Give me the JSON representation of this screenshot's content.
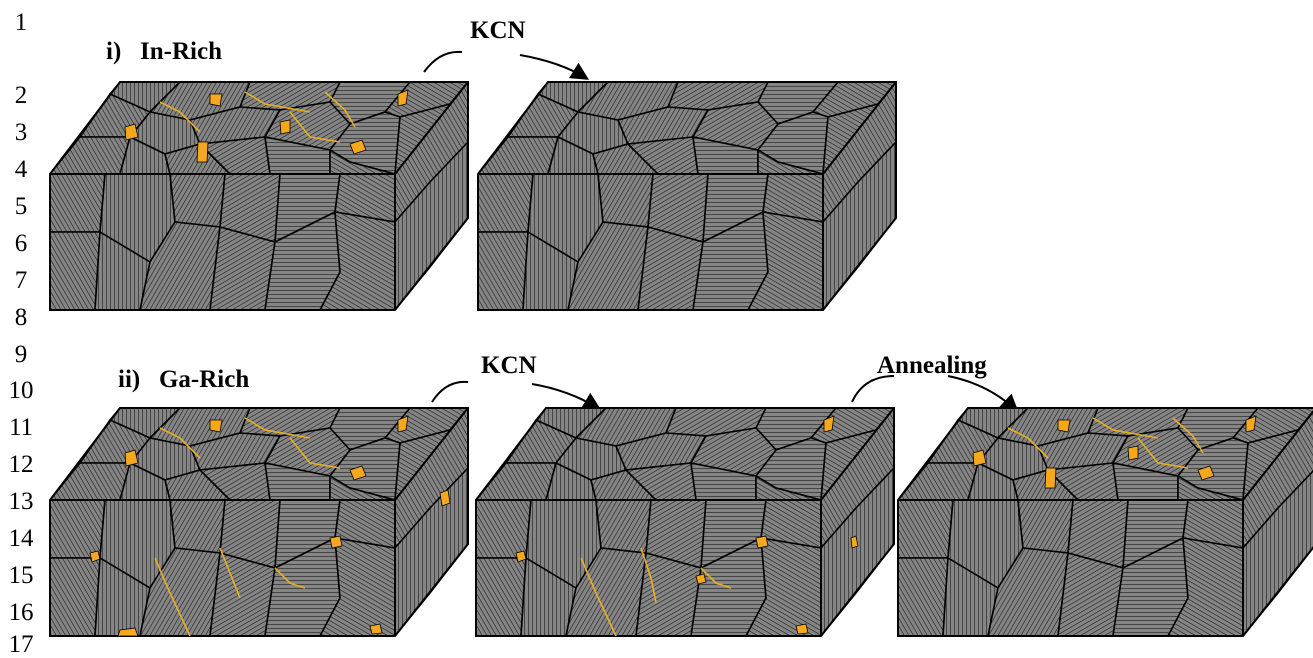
{
  "line_numbers": [
    "1",
    "2",
    "3",
    "4",
    "5",
    "6",
    "7",
    "8",
    "9",
    "10",
    "11",
    "12",
    "13",
    "14",
    "15",
    "16",
    "17"
  ],
  "section_i": {
    "label": "i)",
    "title": "In-Rich",
    "process": "KCN"
  },
  "section_ii": {
    "label": "ii)",
    "title": "Ga-Rich",
    "process_1": "KCN",
    "process_2": "Annealing"
  },
  "colors": {
    "grain": "#858585",
    "grain_light": "#9a9a9a",
    "grain_dark": "#6e6e6e",
    "hatch": "#1a1a1a",
    "boundary": "#000000",
    "secondary_phase": "#f5a81d",
    "boundary_phase": "#e8b020"
  }
}
